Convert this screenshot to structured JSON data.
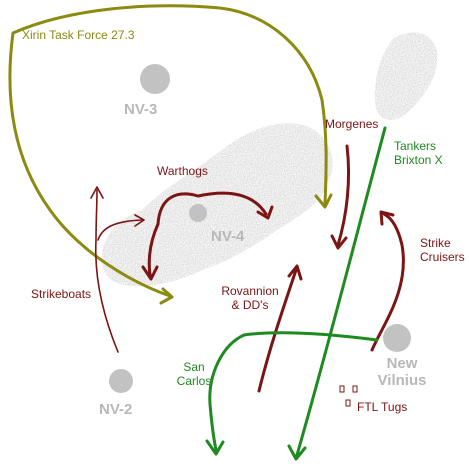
{
  "colors": {
    "olive": "#8c8a10",
    "maroon": "#7c1414",
    "green": "#1f8a1f",
    "planet": "#c2c2c2",
    "planet_label": "#b8b8b8",
    "cloud": "#a9a9a9"
  },
  "planets": {
    "nv3": "NV-3",
    "nv4": "NV-4",
    "nv2": "NV-2",
    "new_vilnius_line1": "New",
    "new_vilnius_line2": "Vilnius"
  },
  "forces": {
    "xirin": "Xirin Task Force 27.3",
    "morgenes": "Morgenes",
    "tankers_line1": "Tankers",
    "tankers_line2": "Brixton X",
    "warthogs": "Warthogs",
    "strike_cruisers_line1": "Strike",
    "strike_cruisers_line2": "Cruisers",
    "strikeboats": "Strikeboats",
    "rovannion_line1": "Rovannion",
    "rovannion_line2": "&  DD's",
    "san_carlos_line1": "San",
    "san_carlos_line2": "Carlos",
    "ftl_tugs": "FTL Tugs"
  }
}
